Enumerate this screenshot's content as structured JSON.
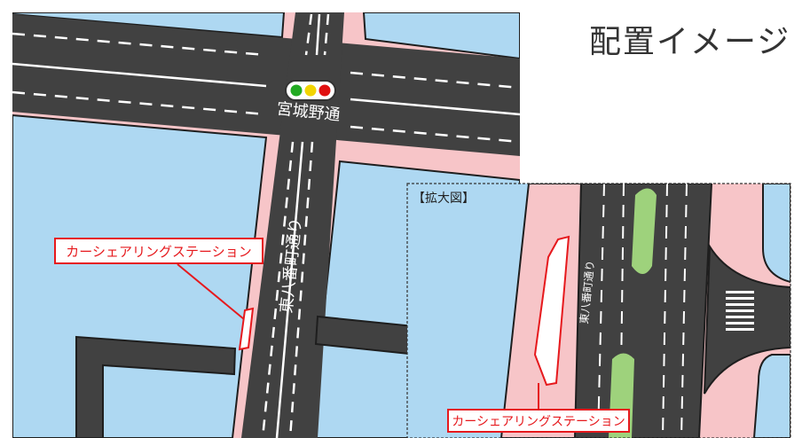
{
  "page": {
    "title": "配置イメージ"
  },
  "map": {
    "road_horizontal_label": "宮城野通",
    "road_vertical_label": "東八番町通り",
    "station_callout": "カーシェアリングステーション",
    "traffic_light_colors": [
      "#22aa22",
      "#f2d400",
      "#e01010"
    ]
  },
  "inset": {
    "title": "【拡大図】",
    "road_label": "東八番町通り",
    "station_callout": "カーシェアリングステーション"
  },
  "colors": {
    "block": "#aed8f2",
    "sidewalk": "#f7c5c8",
    "road": "#414141",
    "curb": "#1e1e1e",
    "median": "#9ed27c",
    "callout": "#e6191d"
  }
}
